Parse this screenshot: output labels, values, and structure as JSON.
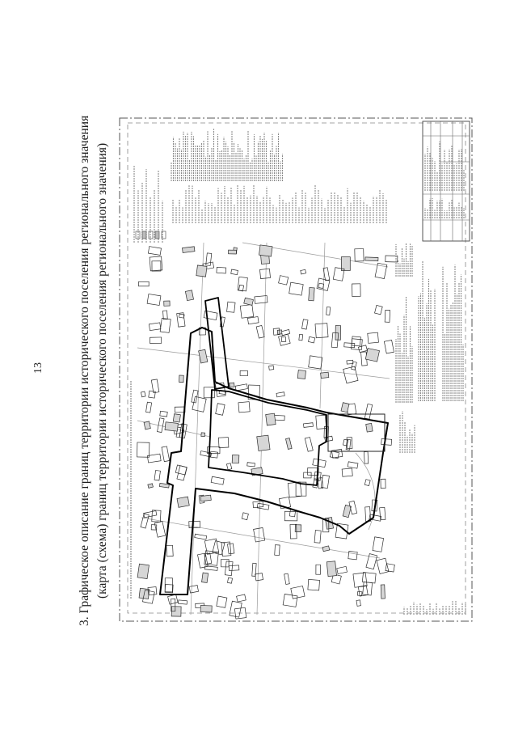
{
  "page": {
    "number": "13"
  },
  "heading": {
    "line1": "3. Графическое описание границ территории исторического поселения регионального значения",
    "line2": "(карта (схема) границ территории исторического поселения регионального значения)"
  },
  "colors": {
    "text": "#1e1e1e",
    "map_lines": "#2b2b2b",
    "boundary": "#000000",
    "scan_text_texture": "#8a8a8a"
  }
}
